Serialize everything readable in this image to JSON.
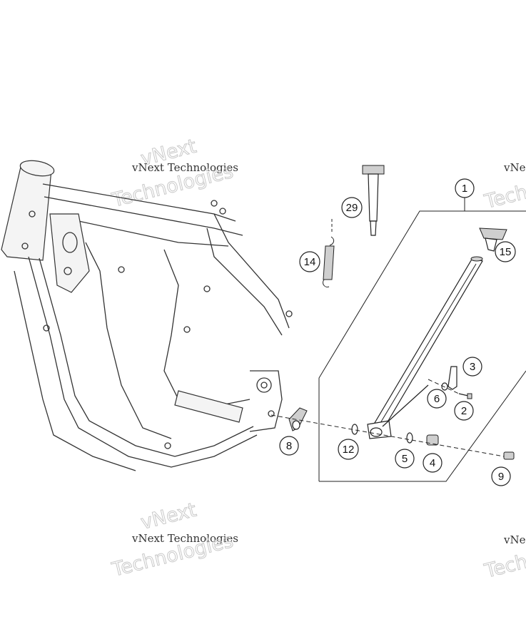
{
  "callouts": [
    {
      "id": "1",
      "label": "1"
    },
    {
      "id": "2",
      "label": "2"
    },
    {
      "id": "3",
      "label": "3"
    },
    {
      "id": "4",
      "label": "4"
    },
    {
      "id": "5",
      "label": "5"
    },
    {
      "id": "6",
      "label": "6"
    },
    {
      "id": "8",
      "label": "8"
    },
    {
      "id": "9",
      "label": "9"
    },
    {
      "id": "12",
      "label": "12"
    },
    {
      "id": "14",
      "label": "14"
    },
    {
      "id": "15",
      "label": "15"
    },
    {
      "id": "29",
      "label": "29"
    }
  ],
  "watermarks": {
    "brand_small": "vNext Technologies",
    "brand_word1": "vNext",
    "brand_word2": "Technologies",
    "brand_small_cut": "vNe",
    "brand_large_cut": "Tech"
  },
  "colors": {
    "ink": "#222222",
    "watermark": "#c9c9c9"
  }
}
